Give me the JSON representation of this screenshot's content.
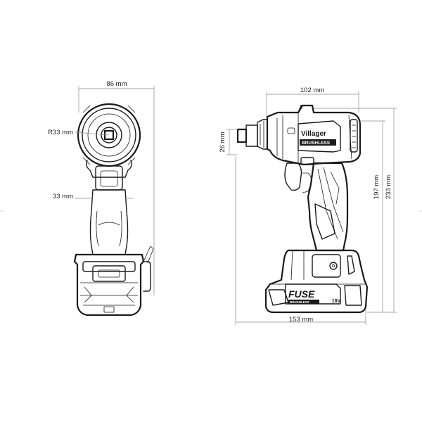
{
  "dimensions": {
    "width_front": "86 mm",
    "radius_head": "R33 mm",
    "grip_width": "33 mm",
    "length_top": "102 mm",
    "anvil_height": "26 mm",
    "height_body": "197 mm",
    "height_total": "233 mm",
    "length_bottom": "153 mm"
  },
  "branding": {
    "brand": "Villager",
    "badge": "BRUSHLESS",
    "battery_logo": "FUSE",
    "battery_sub": "BRUSHLESS",
    "battery_rating": "18V"
  }
}
